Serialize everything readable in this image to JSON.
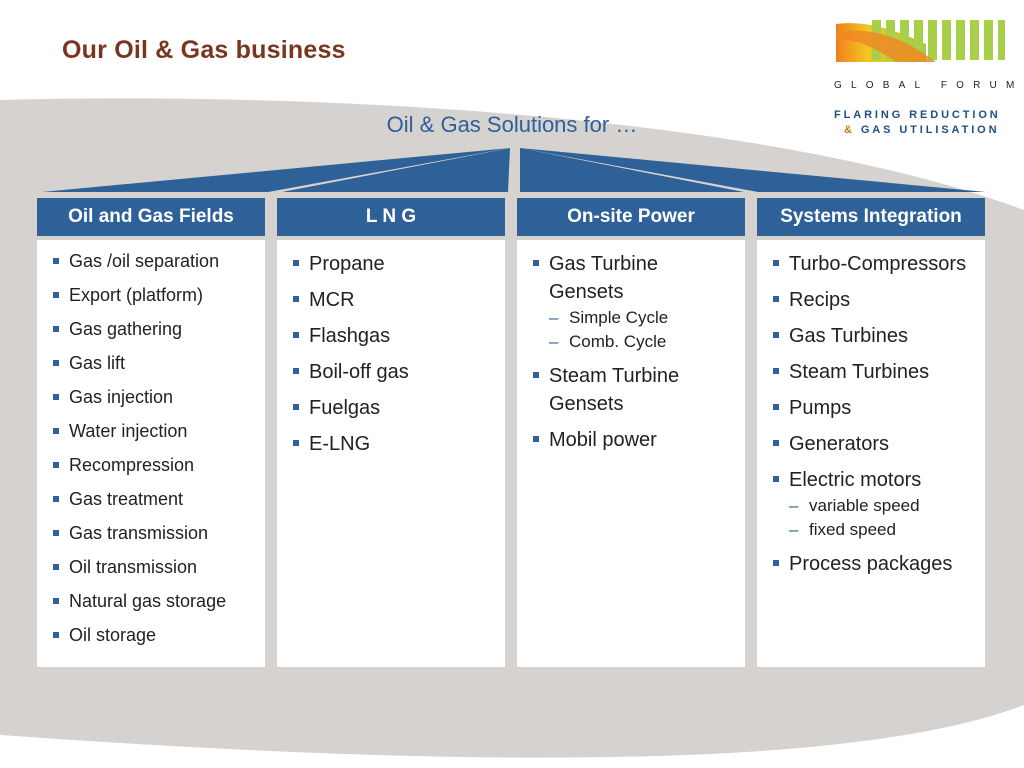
{
  "slide": {
    "title": "Our Oil & Gas business",
    "subtitle": "Oil & Gas Solutions for …"
  },
  "logo": {
    "line1": "GLOBAL FORUM",
    "line2": "FLARING REDUCTION",
    "line3_amp": "&",
    "line3": "GAS UTILISATION"
  },
  "columns": [
    {
      "header": "Oil and Gas Fields",
      "items": [
        "Gas /oil separation",
        "Export (platform)",
        "Gas gathering",
        "Gas lift",
        "Gas injection",
        "Water injection",
        "Recompression",
        "Gas treatment",
        "Gas transmission",
        "Oil transmission",
        "Natural gas storage",
        "Oil storage"
      ]
    },
    {
      "header": "L N G",
      "items": [
        "Propane",
        "MCR",
        "Flashgas",
        "Boil-off gas",
        "Fuelgas",
        "E-LNG"
      ]
    },
    {
      "header": "On-site Power",
      "items": [
        {
          "label": "Gas Turbine Gensets",
          "sub": [
            "Simple Cycle",
            "Comb. Cycle"
          ]
        },
        {
          "label": "Steam Turbine Gensets"
        },
        {
          "label": "Mobil power"
        }
      ]
    },
    {
      "header": "Systems Integration",
      "items": [
        {
          "label": "Turbo-Compressors"
        },
        {
          "label": "Recips"
        },
        {
          "label": "Gas Turbines"
        },
        {
          "label": "Steam Turbines"
        },
        {
          "label": "Pumps"
        },
        {
          "label": "Generators"
        },
        {
          "label": "Electric motors",
          "sub": [
            "variable speed",
            "fixed speed"
          ]
        },
        {
          "label": "Process packages"
        }
      ]
    }
  ],
  "colors": {
    "header_blue": "#2f6199",
    "title_brown": "#7a3520",
    "subtitle_blue": "#2d5f9a",
    "background_gray": "#d6d2cf"
  }
}
